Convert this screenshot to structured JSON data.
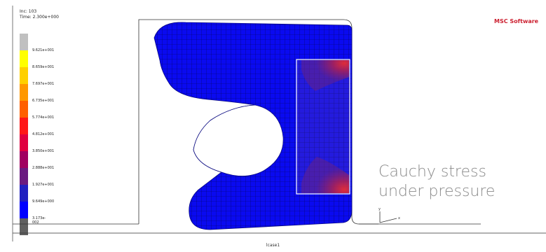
{
  "header": {
    "inc": "Inc:  103",
    "time": "Time:  2.300e+000"
  },
  "legend": {
    "labels": [
      "9.621e+001",
      "8.659e+001",
      "7.697e+001",
      "6.735e+001",
      "5.774e+001",
      "4.812e+001",
      "3.850e+001",
      "2.888e+001",
      "1.927e+001",
      "9.649e+000",
      "3.173e-002"
    ],
    "colors": [
      "#c0c0c0",
      "#ffff00",
      "#ffd000",
      "#ff9800",
      "#ff6000",
      "#ff1818",
      "#e00040",
      "#a00060",
      "#6a1a80",
      "#2020c0",
      "#0000ff",
      "#606060"
    ]
  },
  "logo": "MSC Software",
  "caption": {
    "line1": "Cauchy stress",
    "line2": "under pressure"
  },
  "job": "lcase1",
  "axes": {
    "y": "y",
    "x": "x"
  }
}
